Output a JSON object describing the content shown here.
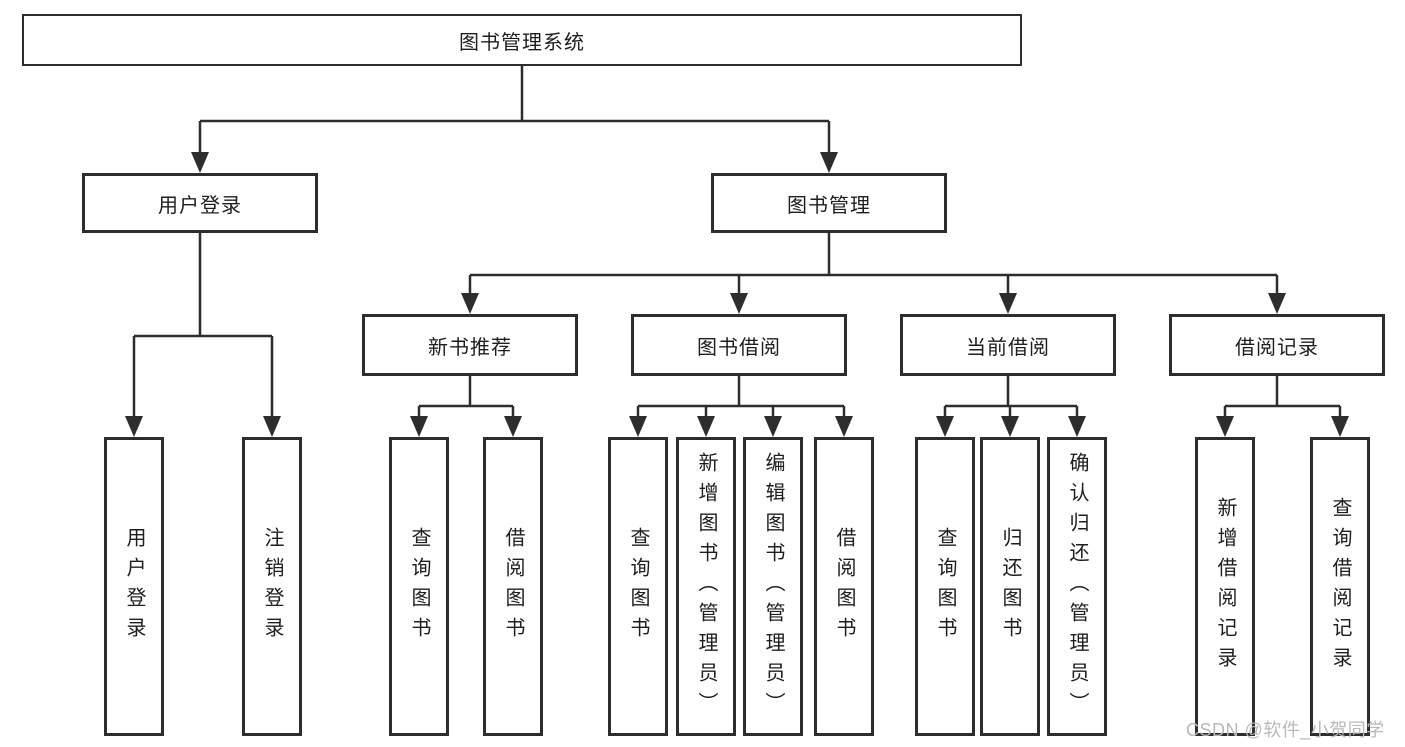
{
  "diagram": {
    "title": "图书管理系统",
    "root": {
      "label": "图书管理系统"
    },
    "branches": [
      {
        "label": "用户登录"
      },
      {
        "label": "图书管理"
      }
    ],
    "modules": [
      {
        "label": "新书推荐"
      },
      {
        "label": "图书借阅"
      },
      {
        "label": "当前借阅"
      },
      {
        "label": "借阅记录"
      }
    ],
    "leaves": [
      {
        "label": "用户登录"
      },
      {
        "label": "注销登录"
      },
      {
        "label": "查询图书"
      },
      {
        "label": "借阅图书"
      },
      {
        "label": "查询图书"
      },
      {
        "label": "新增图书（管理员）"
      },
      {
        "label": "编辑图书（管理员）"
      },
      {
        "label": "借阅图书"
      },
      {
        "label": "查询图书"
      },
      {
        "label": "归还图书"
      },
      {
        "label": "确认归还（管理员）"
      },
      {
        "label": "新增借阅记录"
      },
      {
        "label": "查询借阅记录"
      }
    ]
  },
  "watermark": {
    "text": "CSDN @软件_小贺同学"
  },
  "colors": {
    "line": "#2d2d2d",
    "box_border": "#2d2d2d",
    "box_fill": "#ffffff",
    "text": "#1e1e1e",
    "watermark": "#b9b9b9",
    "background": "#ffffff"
  }
}
